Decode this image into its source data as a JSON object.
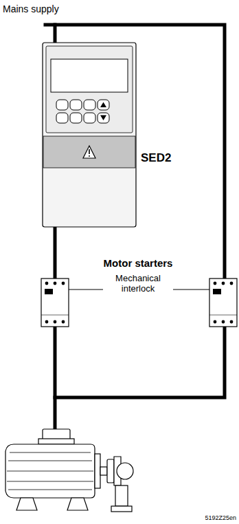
{
  "diagram": {
    "nodes": [
      {
        "text": [
          "SED2"
        ]
      }
    ],
    "labels": [
      "Mains supply",
      "Motor starters",
      "Mechanical interlock",
      "5192Z25en"
    ]
  }
}
